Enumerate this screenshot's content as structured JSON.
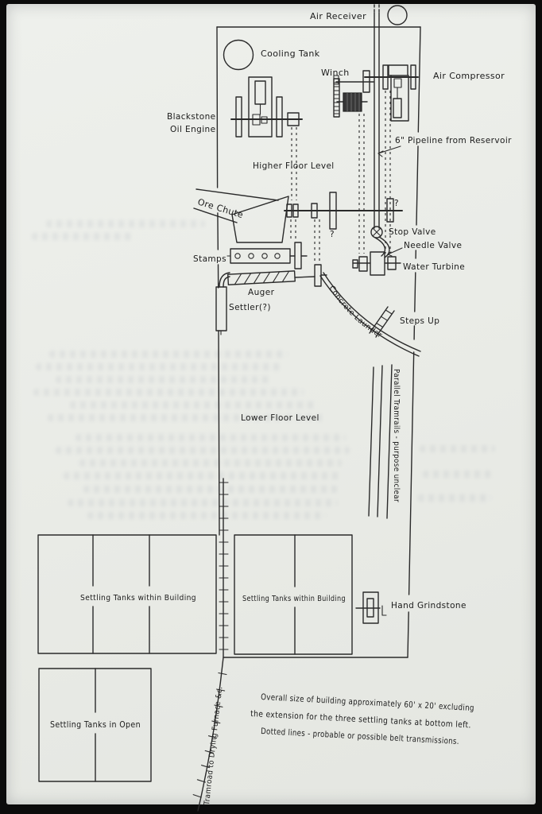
{
  "colors": {
    "ink": "#2a2a2a",
    "paper": "#e9ebe6",
    "frame": "#0b0b0b"
  },
  "labels": {
    "air_receiver": "Air Receiver",
    "cooling_tank": "Cooling Tank",
    "winch": "Winch",
    "air_compressor": "Air Compressor",
    "engine_line1": "Blackstone",
    "engine_line2": "Oil Engine",
    "pipeline": "6\" Pipeline from Reservoir",
    "higher_floor": "Higher Floor Level",
    "ore_chute": "Ore Chute",
    "question_mark": "?",
    "stop_valve": "Stop Valve",
    "needle_valve": "Needle Valve",
    "water_turbine": "Water Turbine",
    "stamps": "Stamps",
    "auger": "Auger",
    "settler": "Settler(?)",
    "concrete_launder": "Concrete Launder",
    "steps_up": "Steps Up",
    "lower_floor": "Lower Floor Level",
    "parallel_tramrails": "Parallel Tramrails - purpose unclear",
    "settling_building": "Settling Tanks within Building",
    "hand_grindstone": "Hand Grindstone",
    "settling_open": "Settling Tanks in Open",
    "tramroad": "Tramroad to Drying Furnace &c."
  },
  "notes": {
    "line1": "Overall size of building approximately 60' x 20' excluding",
    "line2": "the extension for the three settling tanks at bottom left.",
    "line3": "Dotted lines - probable or possible belt transmissions."
  }
}
